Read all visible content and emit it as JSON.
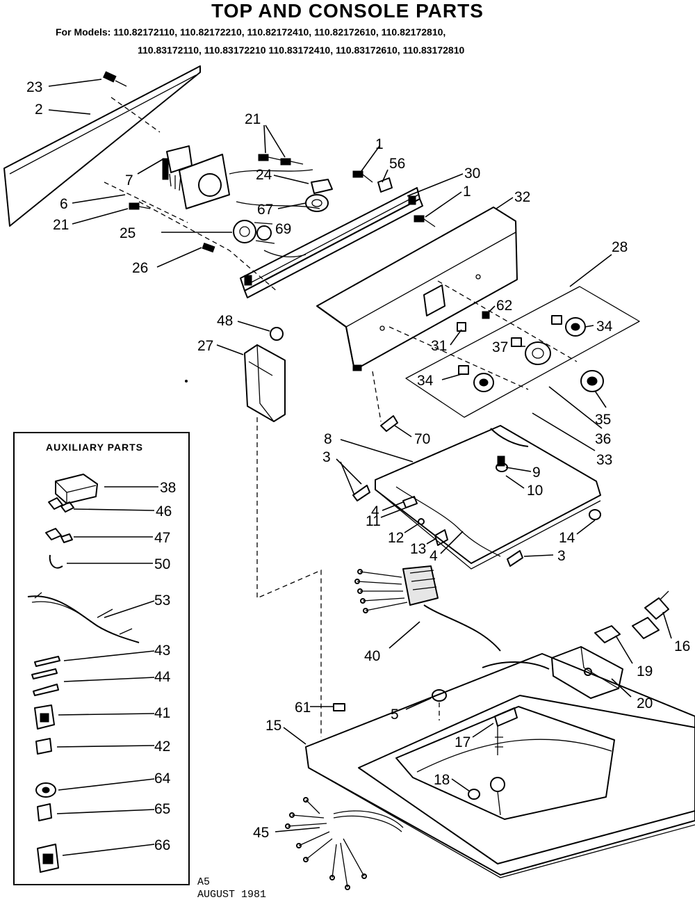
{
  "header": {
    "title": "TOP AND CONSOLE PARTS",
    "models_line1": "For Models: 110.82172110, 110.82172210, 110.82172410, 110.82172610, 110.82172810,",
    "models_line2": "110.83172110, 110.83172210 110.83172410, 110.83172610, 110.83172810"
  },
  "auxiliary": {
    "title": "AUXILIARY PARTS",
    "items": [
      "38",
      "46",
      "47",
      "50",
      "53",
      "43",
      "44",
      "41",
      "42",
      "64",
      "65",
      "66"
    ]
  },
  "callouts": {
    "p23": "23",
    "p2": "2",
    "p6": "6",
    "p21a": "21",
    "p21b": "21",
    "p25": "25",
    "p26": "26",
    "p7": "7",
    "p24": "24",
    "p67": "67",
    "p69": "69",
    "p1a": "1",
    "p56": "56",
    "p30": "30",
    "p1b": "1",
    "p32": "32",
    "p28": "28",
    "p48": "48",
    "p27": "27",
    "p62": "62",
    "p34a": "34",
    "p31": "31",
    "p37": "37",
    "p34b": "34",
    "p35": "35",
    "p36": "36",
    "p70": "70",
    "p33": "33",
    "p8": "8",
    "p3a": "3",
    "p9": "9",
    "p10": "10",
    "p4a": "4",
    "p11": "11",
    "p12": "12",
    "p13": "13",
    "p4b": "4",
    "p14": "14",
    "p3b": "3",
    "p40": "40",
    "p16": "16",
    "p19": "19",
    "p20": "20",
    "p61": "61",
    "p5": "5",
    "p15": "15",
    "p17": "17",
    "p18": "18",
    "p45": "45"
  },
  "footer": {
    "code": "A5",
    "date": "AUGUST 1981"
  }
}
